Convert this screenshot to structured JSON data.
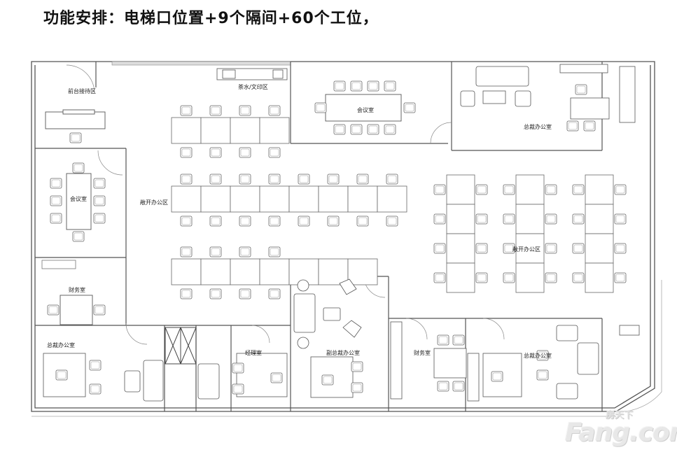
{
  "title": "功能安排：电梯口位置+9个隔间+60个工位，",
  "rooms": {
    "reception": "前台接待区",
    "tea": "茶水/文印区",
    "meeting_top": "会议室",
    "ceo_top": "总裁办公室",
    "meeting_left": "会议室",
    "open_mid": "敞开办公区",
    "open_right": "敞开办公区",
    "finance_left": "财务室",
    "ceo_bottom_left": "总裁办公室",
    "manager": "经理室",
    "vice_president": "副总裁办公室",
    "finance_bottom": "财务室",
    "ceo_bottom_right": "总裁办公室"
  },
  "watermark": {
    "top": "房天下",
    "logo": "Fang.com"
  }
}
